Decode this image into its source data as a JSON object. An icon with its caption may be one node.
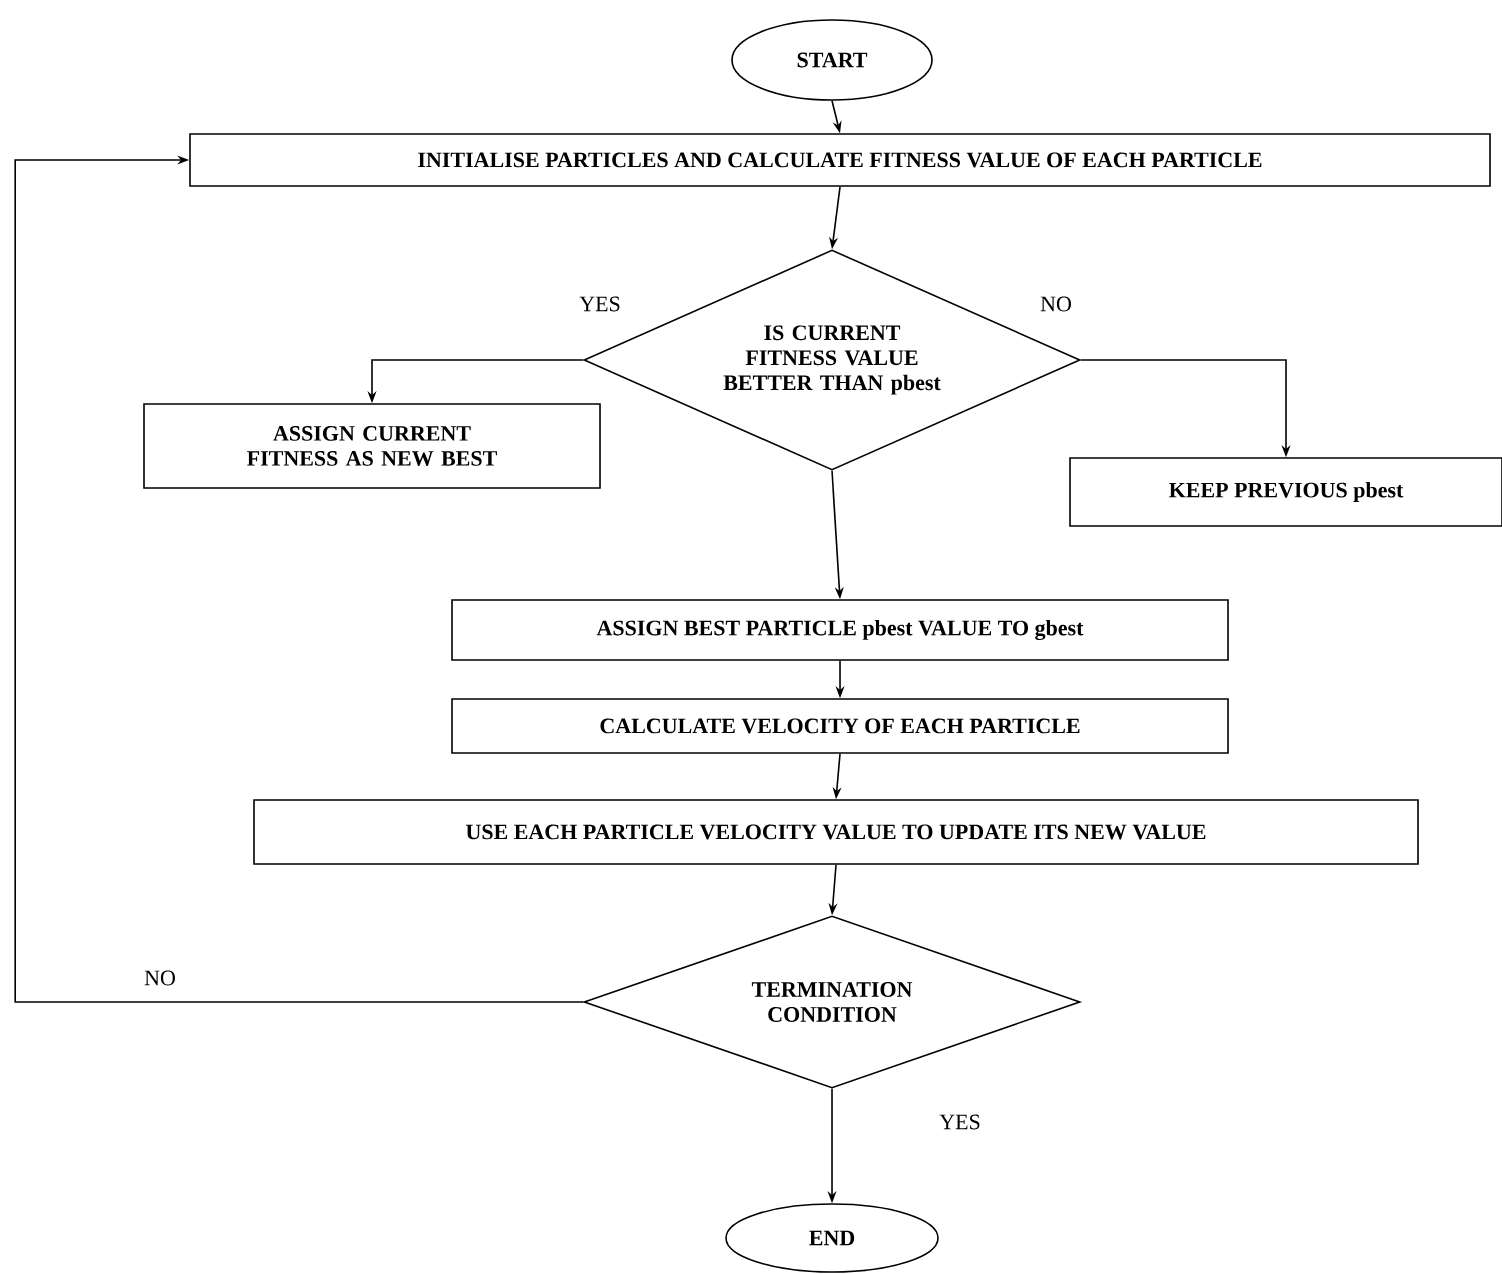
{
  "diagram": {
    "nodes": [
      {
        "text": [
          "START"
        ]
      },
      {
        "text": [
          "INITIALISE PARTICLES AND CALCULATE FITNESS VALUE OF EACH PARTICLE"
        ]
      },
      {
        "text": [
          "IS CURRENT FITNESS VALUE BETTER THAN pbest"
        ]
      },
      {
        "text": [
          "ASSIGN CURRENT FITNESS AS NEW BEST"
        ]
      },
      {
        "text": [
          "KEEP PREVIOUS pbest"
        ]
      },
      {
        "text": [
          "ASSIGN BEST PARTICLE pbest VALUE TO gbest"
        ]
      },
      {
        "text": [
          "CALCULATE VELOCITY OF EACH PARTICLE"
        ]
      },
      {
        "text": [
          "USE EACH PARTICLE VELOCITY VALUE TO UPDATE ITS NEW VALUE"
        ]
      },
      {
        "text": [
          "TERMINATION CONDITION"
        ]
      },
      {
        "text": [
          "END"
        ]
      }
    ],
    "edges": [
      {
        "from": 0,
        "to": 1,
        "arrow": "to"
      },
      {
        "from": 1,
        "to": 2,
        "arrow": "to"
      },
      {
        "from": 2,
        "to": 3,
        "arrow": "to",
        "label": "YES"
      },
      {
        "from": 2,
        "to": 4,
        "arrow": "to",
        "label": "NO"
      },
      {
        "from": 2,
        "to": 5,
        "arrow": "to"
      },
      {
        "from": 5,
        "to": 6,
        "arrow": "to"
      },
      {
        "from": 6,
        "to": 7,
        "arrow": "to"
      },
      {
        "from": 7,
        "to": 8,
        "arrow": "to"
      },
      {
        "from": 8,
        "to": 1,
        "arrow": "to",
        "label": "NO"
      },
      {
        "from": 8,
        "to": 9,
        "arrow": "to",
        "label": "YES"
      }
    ]
  }
}
